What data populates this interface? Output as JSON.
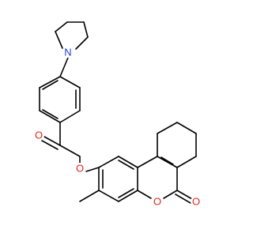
{
  "molecule": {
    "background": "#ffffff",
    "bond_color": "#000000",
    "atoms": {
      "nitrogen": {
        "symbol": "N",
        "color": "#1f3fd6"
      },
      "ketone_oxygen": {
        "symbol": "O",
        "color": "#e0281b"
      },
      "ether_oxygen": {
        "symbol": "O",
        "color": "#e0281b"
      },
      "ring_oxygen": {
        "symbol": "O",
        "color": "#e0281b"
      },
      "lactone_oxygen": {
        "symbol": "O",
        "color": "#e0281b"
      }
    }
  }
}
